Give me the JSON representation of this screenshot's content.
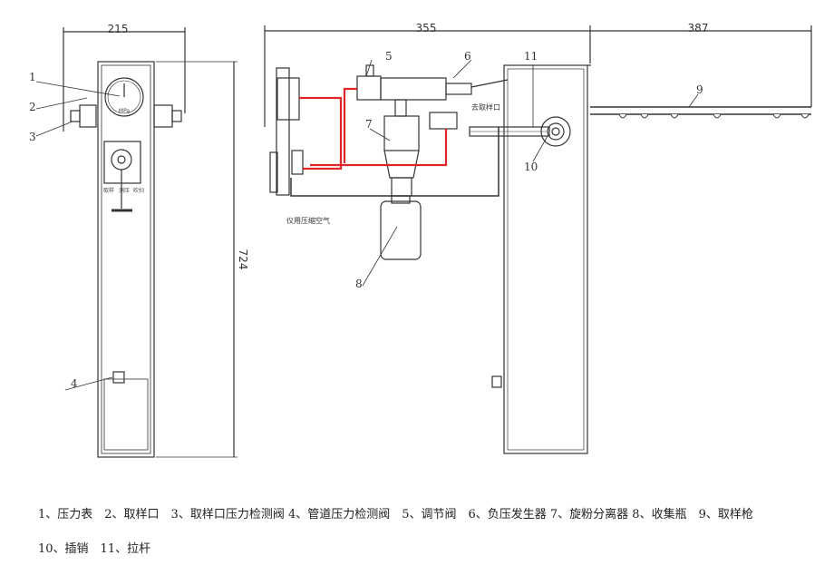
{
  "dimensions": {
    "width_left": "215",
    "width_mid": "355",
    "width_right": "387",
    "height": "724"
  },
  "callouts": [
    "1",
    "2",
    "3",
    "4",
    "5",
    "6",
    "7",
    "8",
    "9",
    "10",
    "11"
  ],
  "gauge_text": "MPa",
  "panel_labels": [
    "取样",
    "测压",
    "吹扫"
  ],
  "annotations": {
    "compressed_air": "仪用压缩空气",
    "to_sampling_port": "去取样口"
  },
  "legend": {
    "line1": "1、压力表　2、取样口　3、取样口压力检测阀 4、管道压力检测阀　5、调节阀　6、负压发生器 7、旋粉分离器 8、收集瓶　9、取样枪",
    "line2": "10、插销　11、拉杆"
  },
  "colors": {
    "line": "#333333",
    "pipe_red": "#e0242a"
  }
}
